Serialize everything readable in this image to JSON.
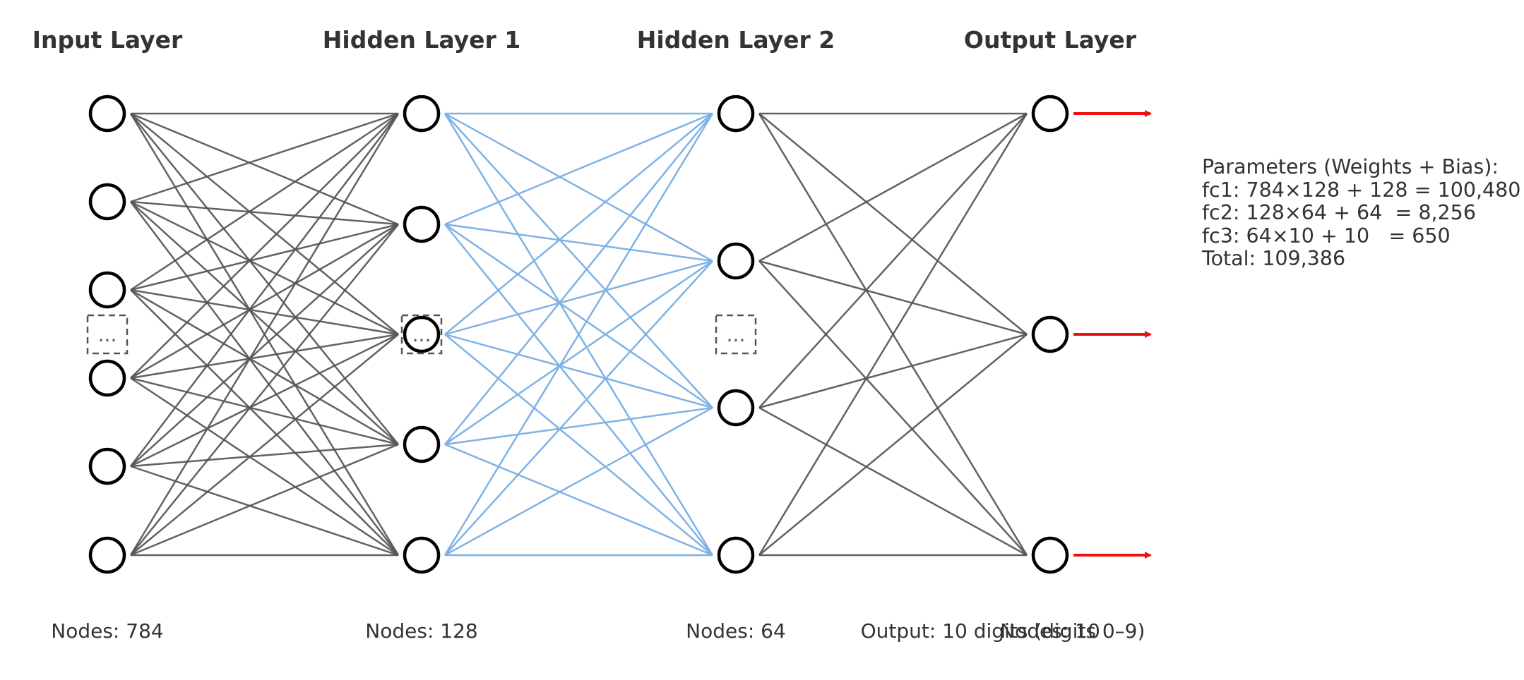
{
  "colors": {
    "edge_input_hidden1": "#555555",
    "edge_hidden1_hidden2": "#7fb2e5",
    "edge_hidden2_output": "#555555",
    "output_arrow": "#ee1111",
    "node_stroke": "#000000",
    "text": "#333333"
  },
  "layers": [
    {
      "title": "Input Layer",
      "nodes_label": "Nodes: 784",
      "visible_nodes": 6,
      "ellipsis": "..."
    },
    {
      "title": "Hidden Layer 1",
      "nodes_label": "Nodes: 128",
      "visible_nodes": 5,
      "ellipsis": "..."
    },
    {
      "title": "Hidden Layer 2",
      "nodes_label": "Nodes: 64",
      "visible_nodes": 4,
      "ellipsis": "..."
    },
    {
      "title": "Output Layer",
      "nodes_label": "Nodes: 10",
      "output_label": "Output: 10 digits (digits 0–9)",
      "visible_nodes": 3
    }
  ],
  "parameters": {
    "heading": "Parameters (Weights + Bias):",
    "lines": [
      "fc1: 784×128 + 128 = 100,480",
      "fc2: 128×64 + 64  = 8,256",
      "fc3: 64×10 + 10   = 650",
      "Total: 109,386"
    ]
  }
}
